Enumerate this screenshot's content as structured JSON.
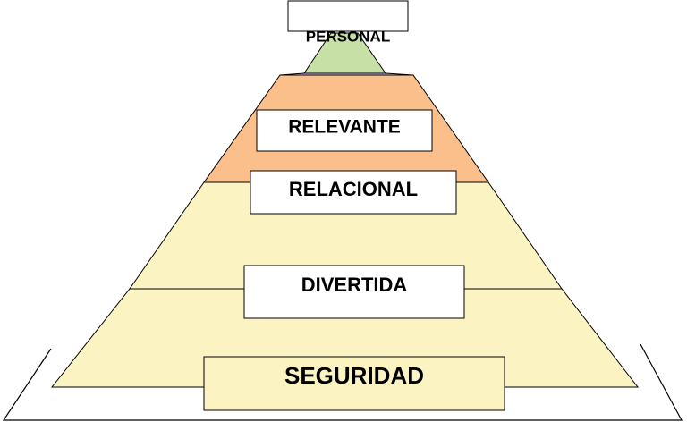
{
  "pyramid": {
    "levels": [
      {
        "key": "personal",
        "label": "PERSONAL",
        "color": "#c6e0a6"
      },
      {
        "key": "relevante",
        "label": "RELEVANTE",
        "color": "#c6c6f2"
      },
      {
        "key": "relacional",
        "label": "RELACIONAL",
        "color": "#fbbf8c"
      },
      {
        "key": "divertida",
        "label": "DIVERTIDA",
        "color": "#fbf4c2"
      },
      {
        "key": "seguridad",
        "label": "SEGURIDAD",
        "color": "#fbf4c2"
      }
    ]
  }
}
